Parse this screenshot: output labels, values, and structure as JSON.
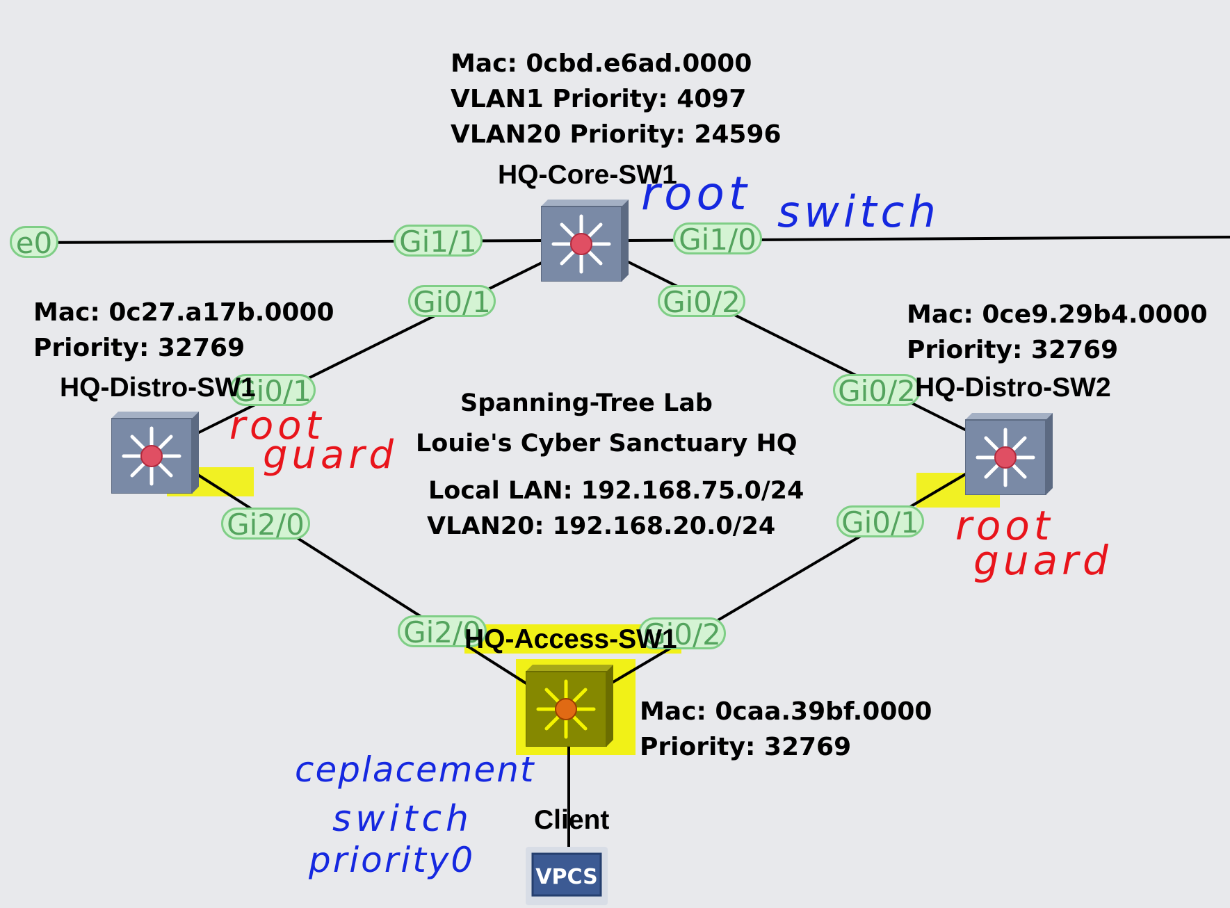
{
  "header": {
    "title_line1": "Spanning-Tree Lab",
    "title_line2": "Louie's Cyber Sanctuary HQ"
  },
  "network": {
    "local_lan": "Local LAN: 192.168.75.0/24",
    "vlan20": "VLAN20: 192.168.20.0/24"
  },
  "core": {
    "name": "HQ-Core-SW1",
    "mac": "Mac: 0cbd.e6ad.0000",
    "vlan1_priority": "VLAN1 Priority: 4097",
    "vlan20_priority": "VLAN20 Priority: 24596",
    "ports": {
      "gi1_1": "Gi1/1",
      "gi1_0": "Gi1/0",
      "gi0_1": "Gi0/1",
      "gi0_2": "Gi0/2"
    }
  },
  "distro1": {
    "name": "HQ-Distro-SW1",
    "mac": "Mac: 0c27.a17b.0000",
    "priority": "Priority: 32769",
    "ports": {
      "gi0_1": "Gi0/1",
      "gi2_0": "Gi2/0"
    }
  },
  "distro2": {
    "name": "HQ-Distro-SW2",
    "mac": "Mac: 0ce9.29b4.0000",
    "priority": "Priority: 32769",
    "ports": {
      "gi0_2": "Gi0/2",
      "gi0_1": "Gi0/1"
    }
  },
  "access": {
    "name": "HQ-Access-SW1",
    "mac": "Mac: 0caa.39bf.0000",
    "priority": "Priority: 32769",
    "ports": {
      "gi2_0": "Gi2/0",
      "gi0_2": "Gi0/2"
    }
  },
  "left_edge_port": "e0",
  "client": {
    "name": "Client",
    "device_label": "VPCS"
  },
  "annotations": {
    "root_switch_1": "root",
    "root_switch_2": "switch",
    "root_guard_left_1": "root",
    "root_guard_left_2": "guard",
    "root_guard_right_1": "root",
    "root_guard_right_2": "guard",
    "replacement_1": "ceplacement",
    "replacement_2": "switch",
    "replacement_3": "priority0"
  },
  "colors": {
    "annotation_blue": "#1528e0",
    "annotation_red": "#e8141b",
    "highlight": "#f2f200",
    "port_fill": "#d4f3d3",
    "port_border": "#7fce86",
    "switch_body": "#7a8aa6"
  },
  "icons": [
    "l3-switch-icon",
    "l2-switch-icon",
    "vpcs-icon"
  ]
}
